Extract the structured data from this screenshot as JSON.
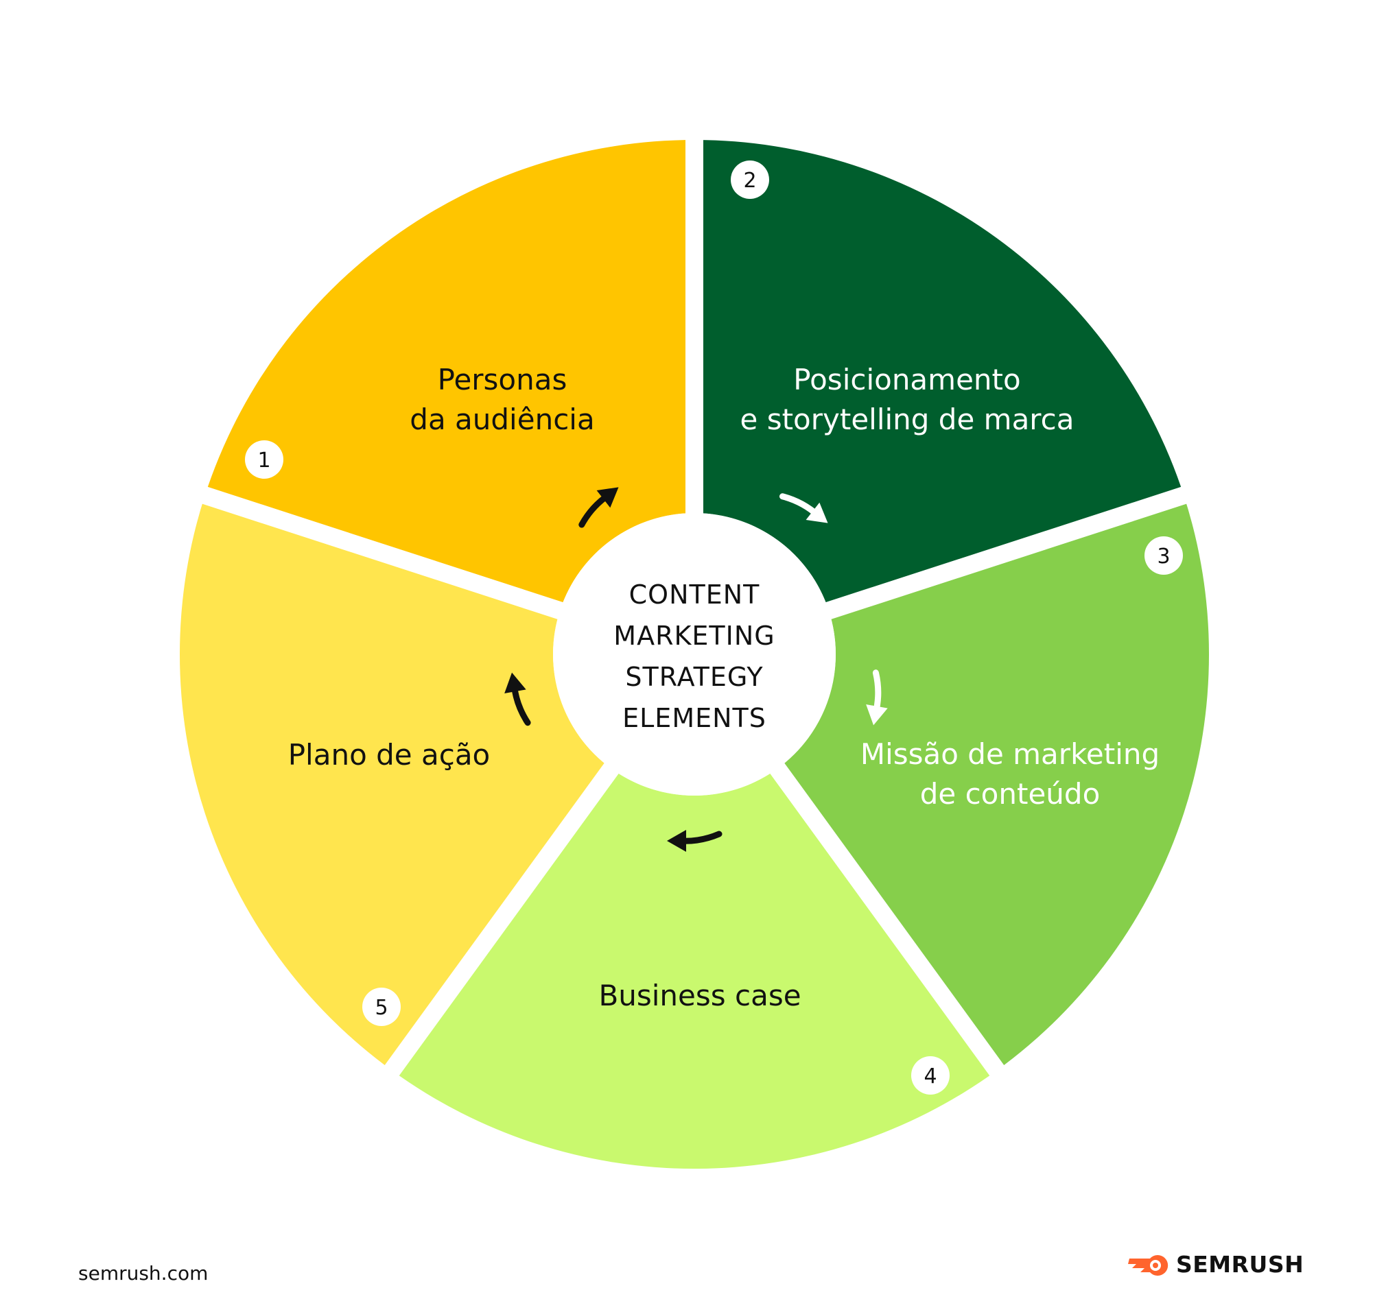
{
  "center": {
    "lines": [
      "CONTENT",
      "MARKETING",
      "STRATEGY",
      "ELEMENTS"
    ]
  },
  "segments": [
    {
      "number": "1",
      "lines": [
        "Personas",
        "da audiência"
      ],
      "color": "#FFC500",
      "text_color": "#111111",
      "arrow_color": "#111111"
    },
    {
      "number": "2",
      "lines": [
        "Posicionamento",
        "e storytelling de marca"
      ],
      "color": "#005E2D",
      "text_color": "#FFFFFF",
      "arrow_color": "#FFFFFF"
    },
    {
      "number": "3",
      "lines": [
        "Missão de marketing",
        "de conteúdo"
      ],
      "color": "#86CF4B",
      "text_color": "#FFFFFF",
      "arrow_color": "#FFFFFF"
    },
    {
      "number": "4",
      "lines": [
        "Business case"
      ],
      "color": "#C9F96E",
      "text_color": "#111111",
      "arrow_color": "#111111"
    },
    {
      "number": "5",
      "lines": [
        "Plano de ação"
      ],
      "color": "#FFE54E",
      "text_color": "#111111",
      "arrow_color": "#111111"
    }
  ],
  "footer": {
    "url": "semrush.com",
    "brand": "SEMRUSH",
    "brand_icon": "semrush-flame-icon",
    "brand_color": "#FF642D"
  }
}
